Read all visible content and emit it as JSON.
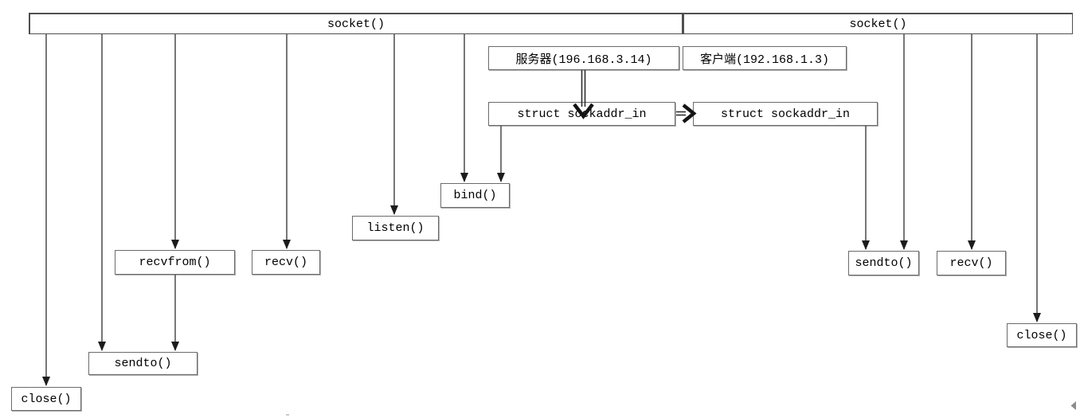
{
  "boxes": {
    "socket_left": "socket()",
    "socket_right": "socket()",
    "server": "服务器(196.168.3.14)",
    "client": "客户端(192.168.1.3)",
    "struct_left": "struct sockaddr_in",
    "struct_right": "struct sockaddr_in",
    "bind": "bind()",
    "listen": "listen()",
    "recvfrom": "recvfrom()",
    "recv_left": "recv()",
    "sendto_left": "sendto()",
    "close_left": "close()",
    "sendto_right": "sendto()",
    "recv_right": "recv()",
    "close_right": "close()"
  },
  "edges": [
    {
      "from": "socket_left",
      "to": "close_left"
    },
    {
      "from": "socket_left",
      "to": "sendto_left"
    },
    {
      "from": "socket_left",
      "to": "recvfrom"
    },
    {
      "from": "socket_left",
      "to": "recv_left"
    },
    {
      "from": "socket_left",
      "to": "listen"
    },
    {
      "from": "socket_left",
      "to": "bind"
    },
    {
      "from": "recvfrom",
      "to": "sendto_left"
    },
    {
      "from": "struct_left",
      "to": "bind"
    },
    {
      "from": "server",
      "to": "struct_left",
      "style": "double"
    },
    {
      "from": "struct_left",
      "to": "struct_right",
      "style": "double"
    },
    {
      "from": "struct_right",
      "to": "sendto_right"
    },
    {
      "from": "socket_right",
      "to": "sendto_right"
    },
    {
      "from": "socket_right",
      "to": "recv_right"
    },
    {
      "from": "socket_right",
      "to": "close_right"
    }
  ],
  "colors": {
    "background": "#ffffff",
    "box_border": "#6b6b6b",
    "line": "#3d3d3d",
    "arrowhead": "#1c1c1c",
    "text": "#000000"
  }
}
